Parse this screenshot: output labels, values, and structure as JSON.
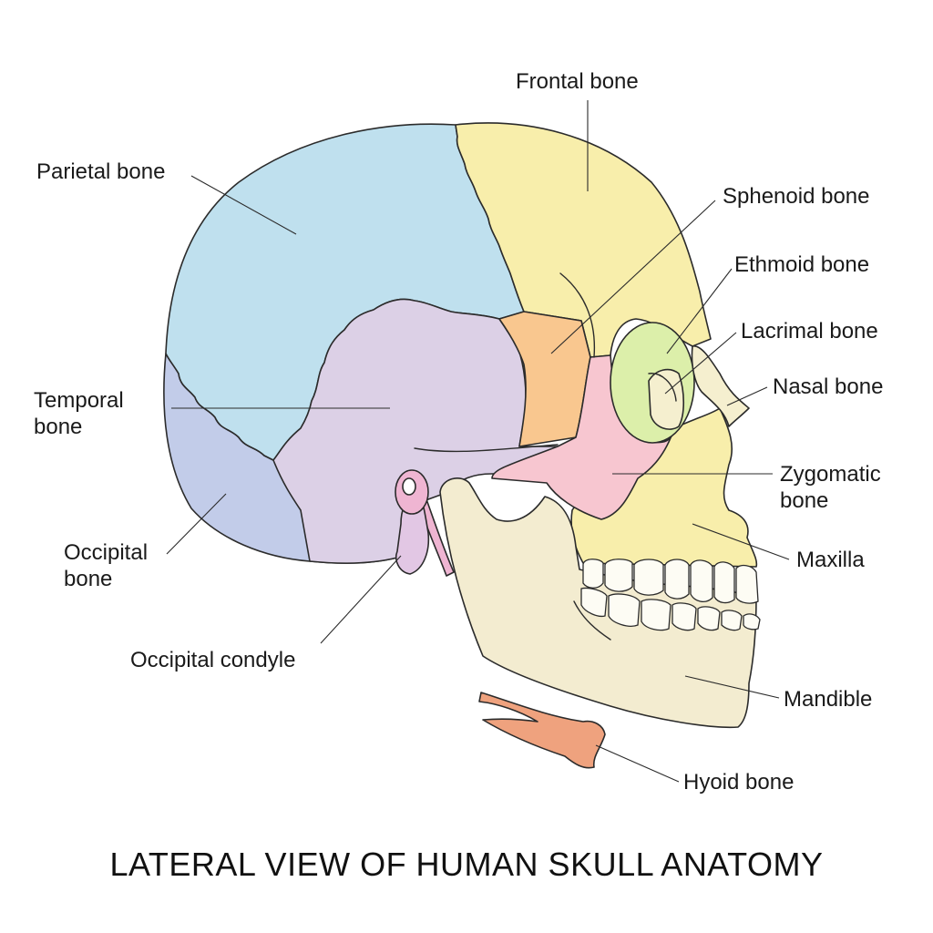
{
  "title": "LATERAL VIEW OF HUMAN SKULL ANATOMY",
  "labels": {
    "frontal": "Frontal bone",
    "parietal": "Parietal bone",
    "sphenoid": "Sphenoid bone",
    "ethmoid": "Ethmoid bone",
    "lacrimal": "Lacrimal bone",
    "nasal": "Nasal bone",
    "temporal": "Temporal\nbone",
    "zygomatic": "Zygomatic\nbone",
    "occipital": "Occipital\nbone",
    "maxilla": "Maxilla",
    "occipital_condyle": "Occipital condyle",
    "mandible": "Mandible",
    "hyoid": "Hyoid bone"
  },
  "colors": {
    "parietal": "#bfe0ee",
    "frontal": "#f8eeab",
    "temporal": "#dcd0e6",
    "occipital": "#c2cce9",
    "sphenoid": "#f9c78f",
    "zygomatic": "#f7c6d0",
    "ethmoid": "#dcefaa",
    "nasal": "#f5efcf",
    "mandible": "#f3ecd0",
    "condyle": "#e2c7e4",
    "styloid": "#efb5d2",
    "hyoid": "#efa27e",
    "teeth": "#fdfcf4"
  }
}
